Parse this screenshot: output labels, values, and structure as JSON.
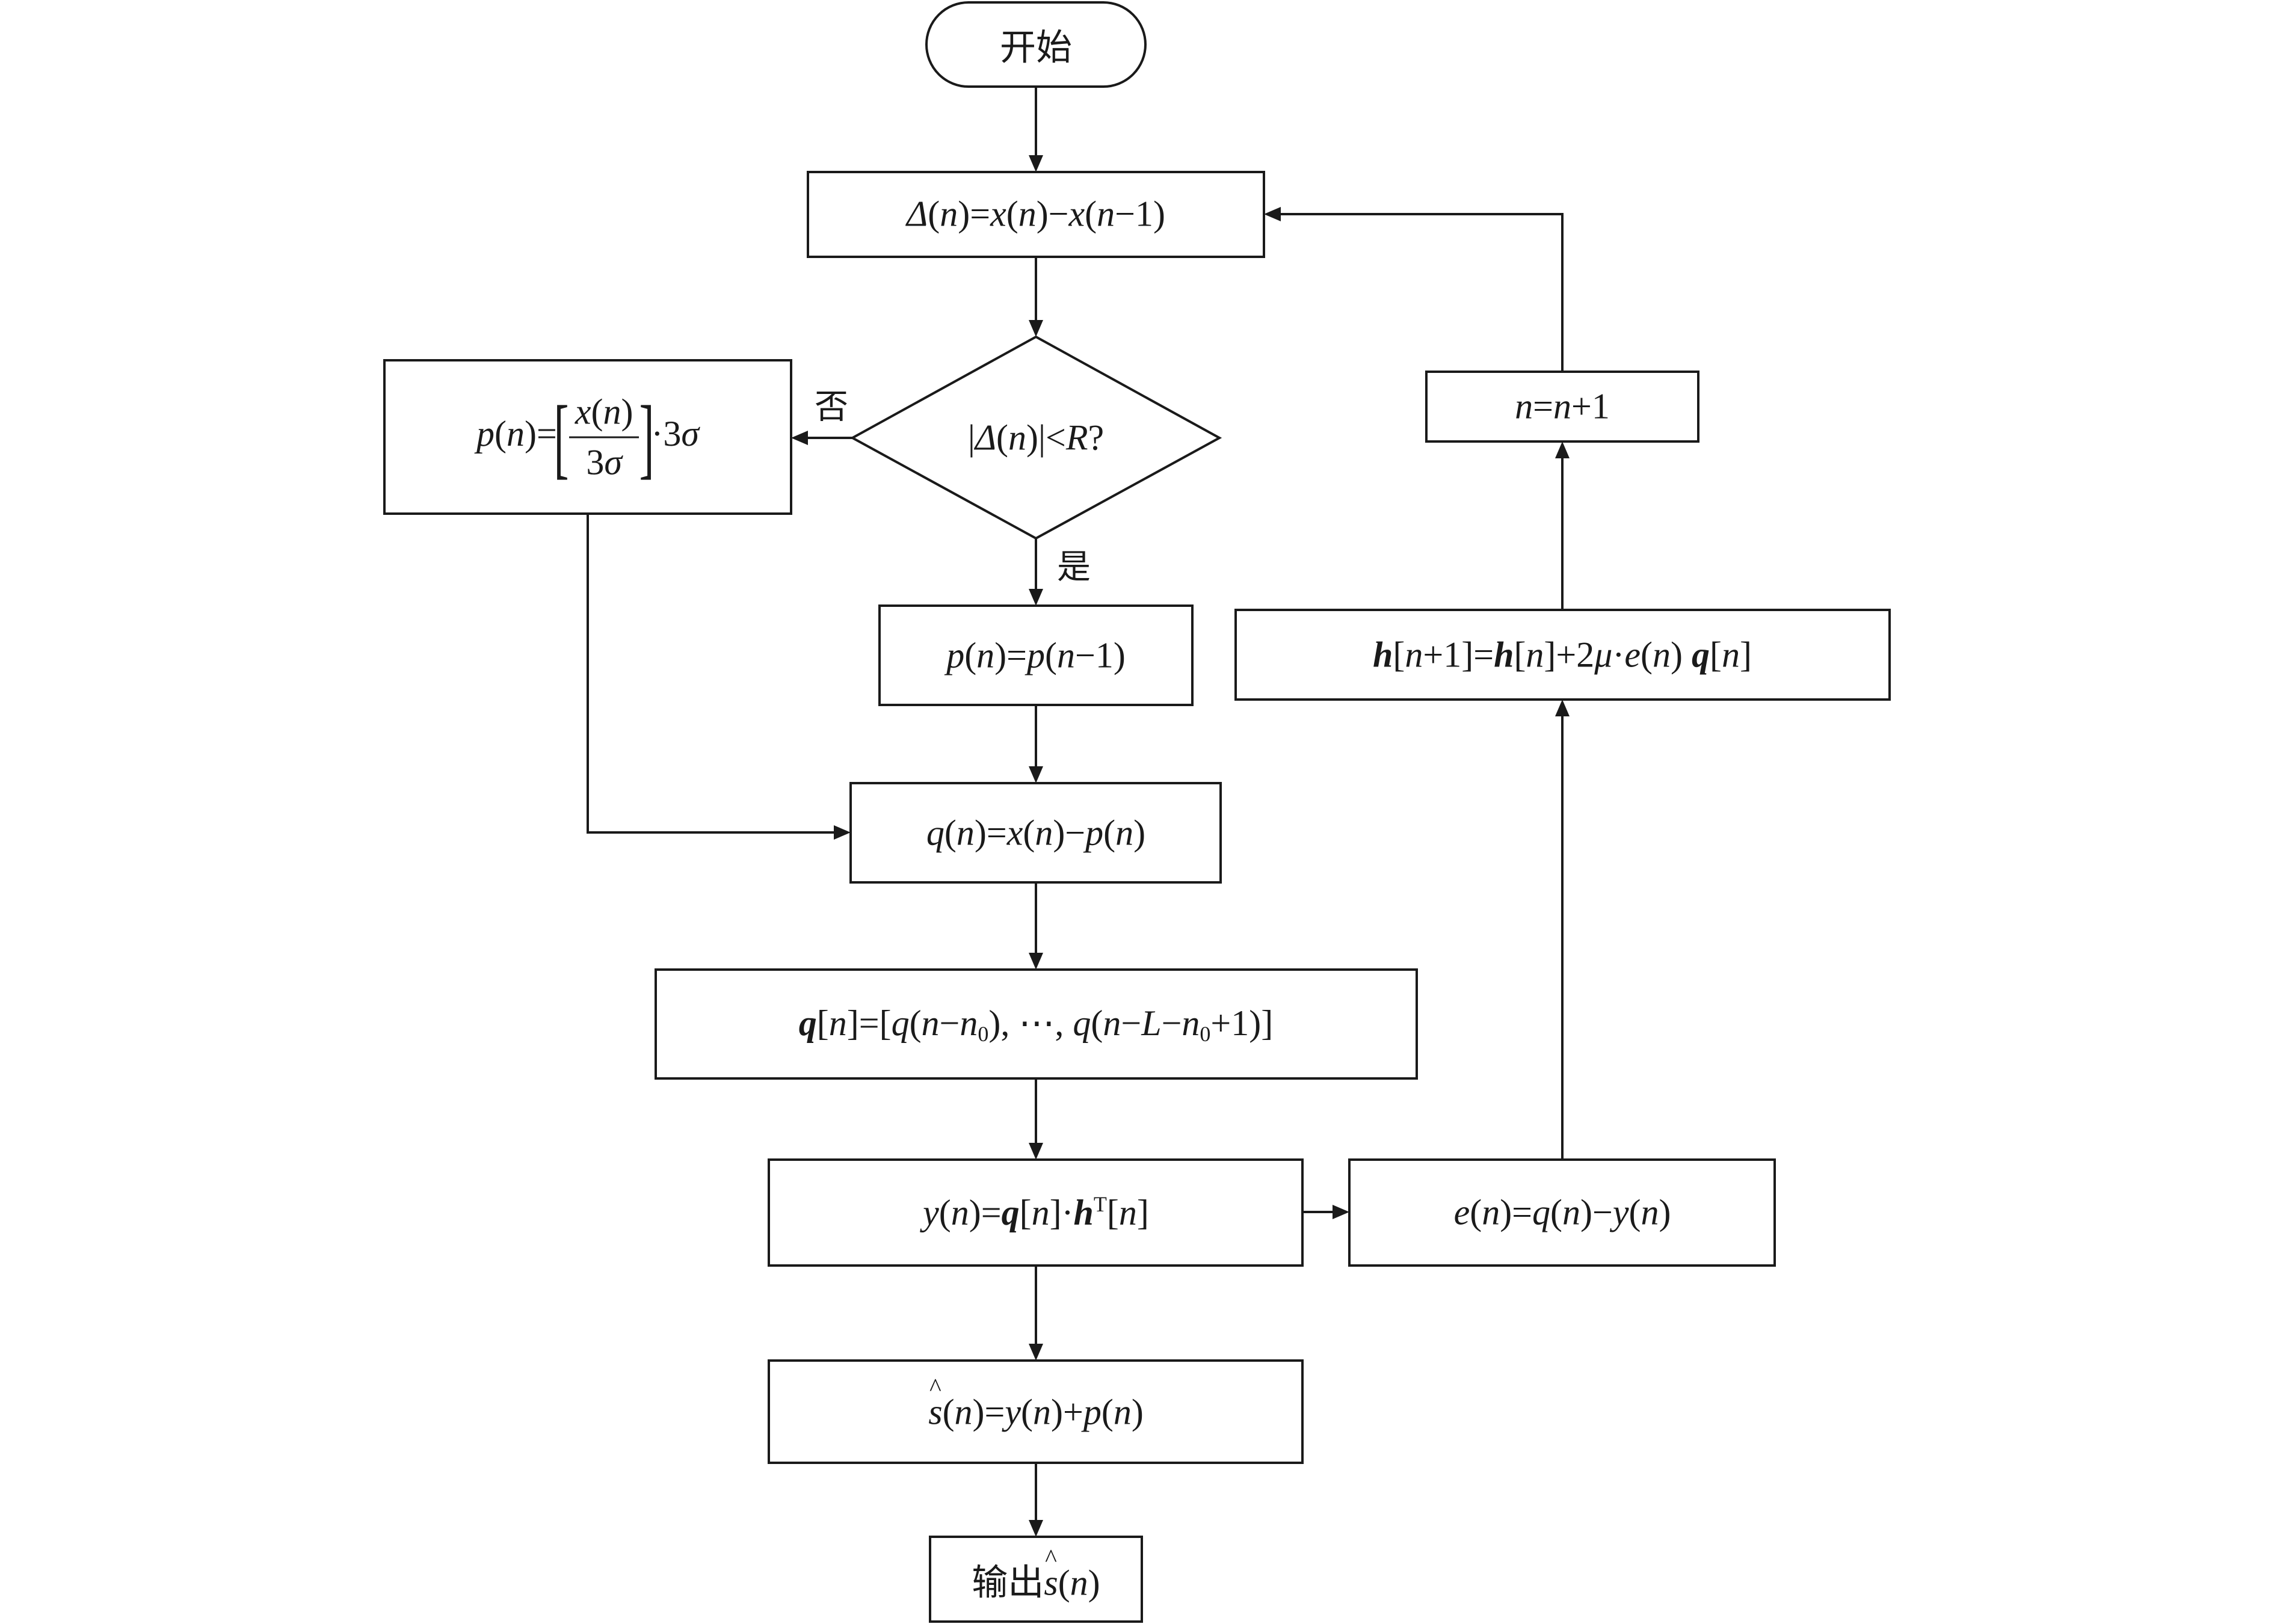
{
  "nodes": {
    "start": {
      "label": "开始"
    },
    "delta": {
      "parts": [
        "Δ",
        "(",
        "n",
        ")=",
        "x",
        "(",
        "n",
        ")−",
        "x",
        "(",
        "n",
        "−1)"
      ]
    },
    "decision": {
      "parts": [
        "|",
        "Δ",
        "(",
        "n",
        ")|<",
        "R",
        "?"
      ]
    },
    "quantize": {
      "lhs_fn": "p",
      "lhs_arg": "n",
      "num_fn": "x",
      "num_arg": "n",
      "den_coef": "3",
      "den_sym": "σ",
      "tail_coef": "·3",
      "tail_sym": "σ"
    },
    "hold": {
      "parts": [
        "p",
        "(",
        "n",
        ")=",
        "p",
        "(",
        "n",
        "−1)"
      ]
    },
    "residual": {
      "parts": [
        "q",
        "(",
        "n",
        ")=",
        "x",
        "(",
        "n",
        ")−",
        "p",
        "(",
        "n",
        ")"
      ]
    },
    "vector": {
      "vec": "q",
      "idx": "n",
      "eq": "]=[",
      "f1": "q",
      "a1": "n",
      "m1": "−",
      "n0a": "n",
      "sub0a": "0",
      "sep": "), ⋯, ",
      "f2": "q",
      "a2": "n",
      "m2": "−",
      "L": "L",
      "m3": "−",
      "n0b": "n",
      "sub0b": "0",
      "end": "+1)]"
    },
    "filter": {
      "y": "y",
      "n1": "n",
      "eq": ")=",
      "q": "q",
      "n2": "n",
      "dot": "]·",
      "h": "h",
      "T": "T",
      "n3": "n"
    },
    "error": {
      "parts": [
        "e",
        "(",
        "n",
        ")=",
        "q",
        "(",
        "n",
        ")−",
        "y",
        "(",
        "n",
        ")"
      ]
    },
    "update": {
      "h1": "h",
      "i1": "n",
      "p1": "+1]=",
      "h2": "h",
      "i2": "n",
      "p2": "]+2",
      "mu": "μ",
      "dot": "·",
      "e": "e",
      "i3": "n",
      "q": "q",
      "i4": "n"
    },
    "increment": {
      "parts": [
        "n",
        "=",
        "n",
        "+1"
      ]
    },
    "reconstruct": {
      "s": "s",
      "n1": "n",
      "eq": ")=",
      "y": "y",
      "n2": "n",
      "plus": ")+",
      "p": "p",
      "n3": "n"
    },
    "output": {
      "prefix": "输出",
      "s": "s",
      "n": "n"
    }
  },
  "edge_labels": {
    "no": "否",
    "yes": "是"
  }
}
